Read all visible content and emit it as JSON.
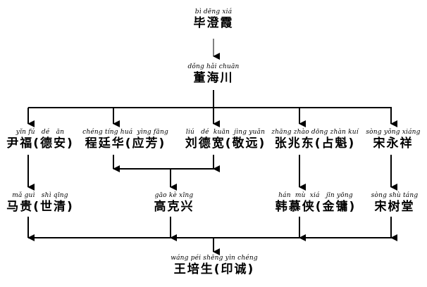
{
  "diagram": {
    "type": "lineage-tree",
    "generations": [
      [
        {
          "id": "bi-dengxia",
          "pinyin": "bì dēng xiá",
          "name": "毕澄霞"
        }
      ],
      [
        {
          "id": "dong-haichuan",
          "pinyin": "dǒng hǎi chuān",
          "name": "董海川"
        }
      ],
      [
        {
          "id": "yin-fu",
          "pinyin": "yǐn fú   dé   ān",
          "name": "尹福(德安)"
        },
        {
          "id": "cheng-tinghua",
          "pinyin": "chéng tíng huá  yìng fāng",
          "name": "程廷华(应芳)"
        },
        {
          "id": "liu-dekuan",
          "pinyin": "liú   dé  kuān  jìng yuǎn",
          "name": "刘德宽(敬远)"
        },
        {
          "id": "zhang-zhaodong",
          "pinyin": "zhāng zhào dōng zhàn kuí",
          "name": "张兆东(占魁)"
        },
        {
          "id": "song-yongxiang",
          "pinyin": "sòng yǒng xiáng",
          "name": "宋永祥"
        }
      ],
      [
        {
          "id": "ma-gui",
          "pinyin": "mǎ guì   shì qīng",
          "name": "马贵(世清)"
        },
        {
          "id": "gao-kexing",
          "pinyin": "gāo kè xīng",
          "name": "高克兴"
        },
        {
          "id": "han-muxia",
          "pinyin": "hán  mù  xiá   jīn yōng",
          "name": "韩慕侠(金镛)"
        },
        {
          "id": "song-shutang",
          "pinyin": "sòng shù táng",
          "name": "宋树堂"
        }
      ],
      [
        {
          "id": "wang-peisheng",
          "pinyin": "wáng péi shēng yìn chéng",
          "name": "王培生(印诚)"
        }
      ]
    ],
    "edges": [
      [
        "bi-dengxia",
        "dong-haichuan"
      ],
      [
        "dong-haichuan",
        "yin-fu"
      ],
      [
        "dong-haichuan",
        "cheng-tinghua"
      ],
      [
        "dong-haichuan",
        "liu-dekuan"
      ],
      [
        "dong-haichuan",
        "zhang-zhaodong"
      ],
      [
        "dong-haichuan",
        "song-yongxiang"
      ],
      [
        "yin-fu",
        "ma-gui"
      ],
      [
        "cheng-tinghua",
        "gao-kexing"
      ],
      [
        "liu-dekuan",
        "gao-kexing"
      ],
      [
        "zhang-zhaodong",
        "han-muxia"
      ],
      [
        "song-yongxiang",
        "song-shutang"
      ],
      [
        "ma-gui",
        "wang-peisheng"
      ],
      [
        "gao-kexing",
        "wang-peisheng"
      ],
      [
        "han-muxia",
        "wang-peisheng"
      ],
      [
        "song-shutang",
        "wang-peisheng"
      ]
    ]
  }
}
